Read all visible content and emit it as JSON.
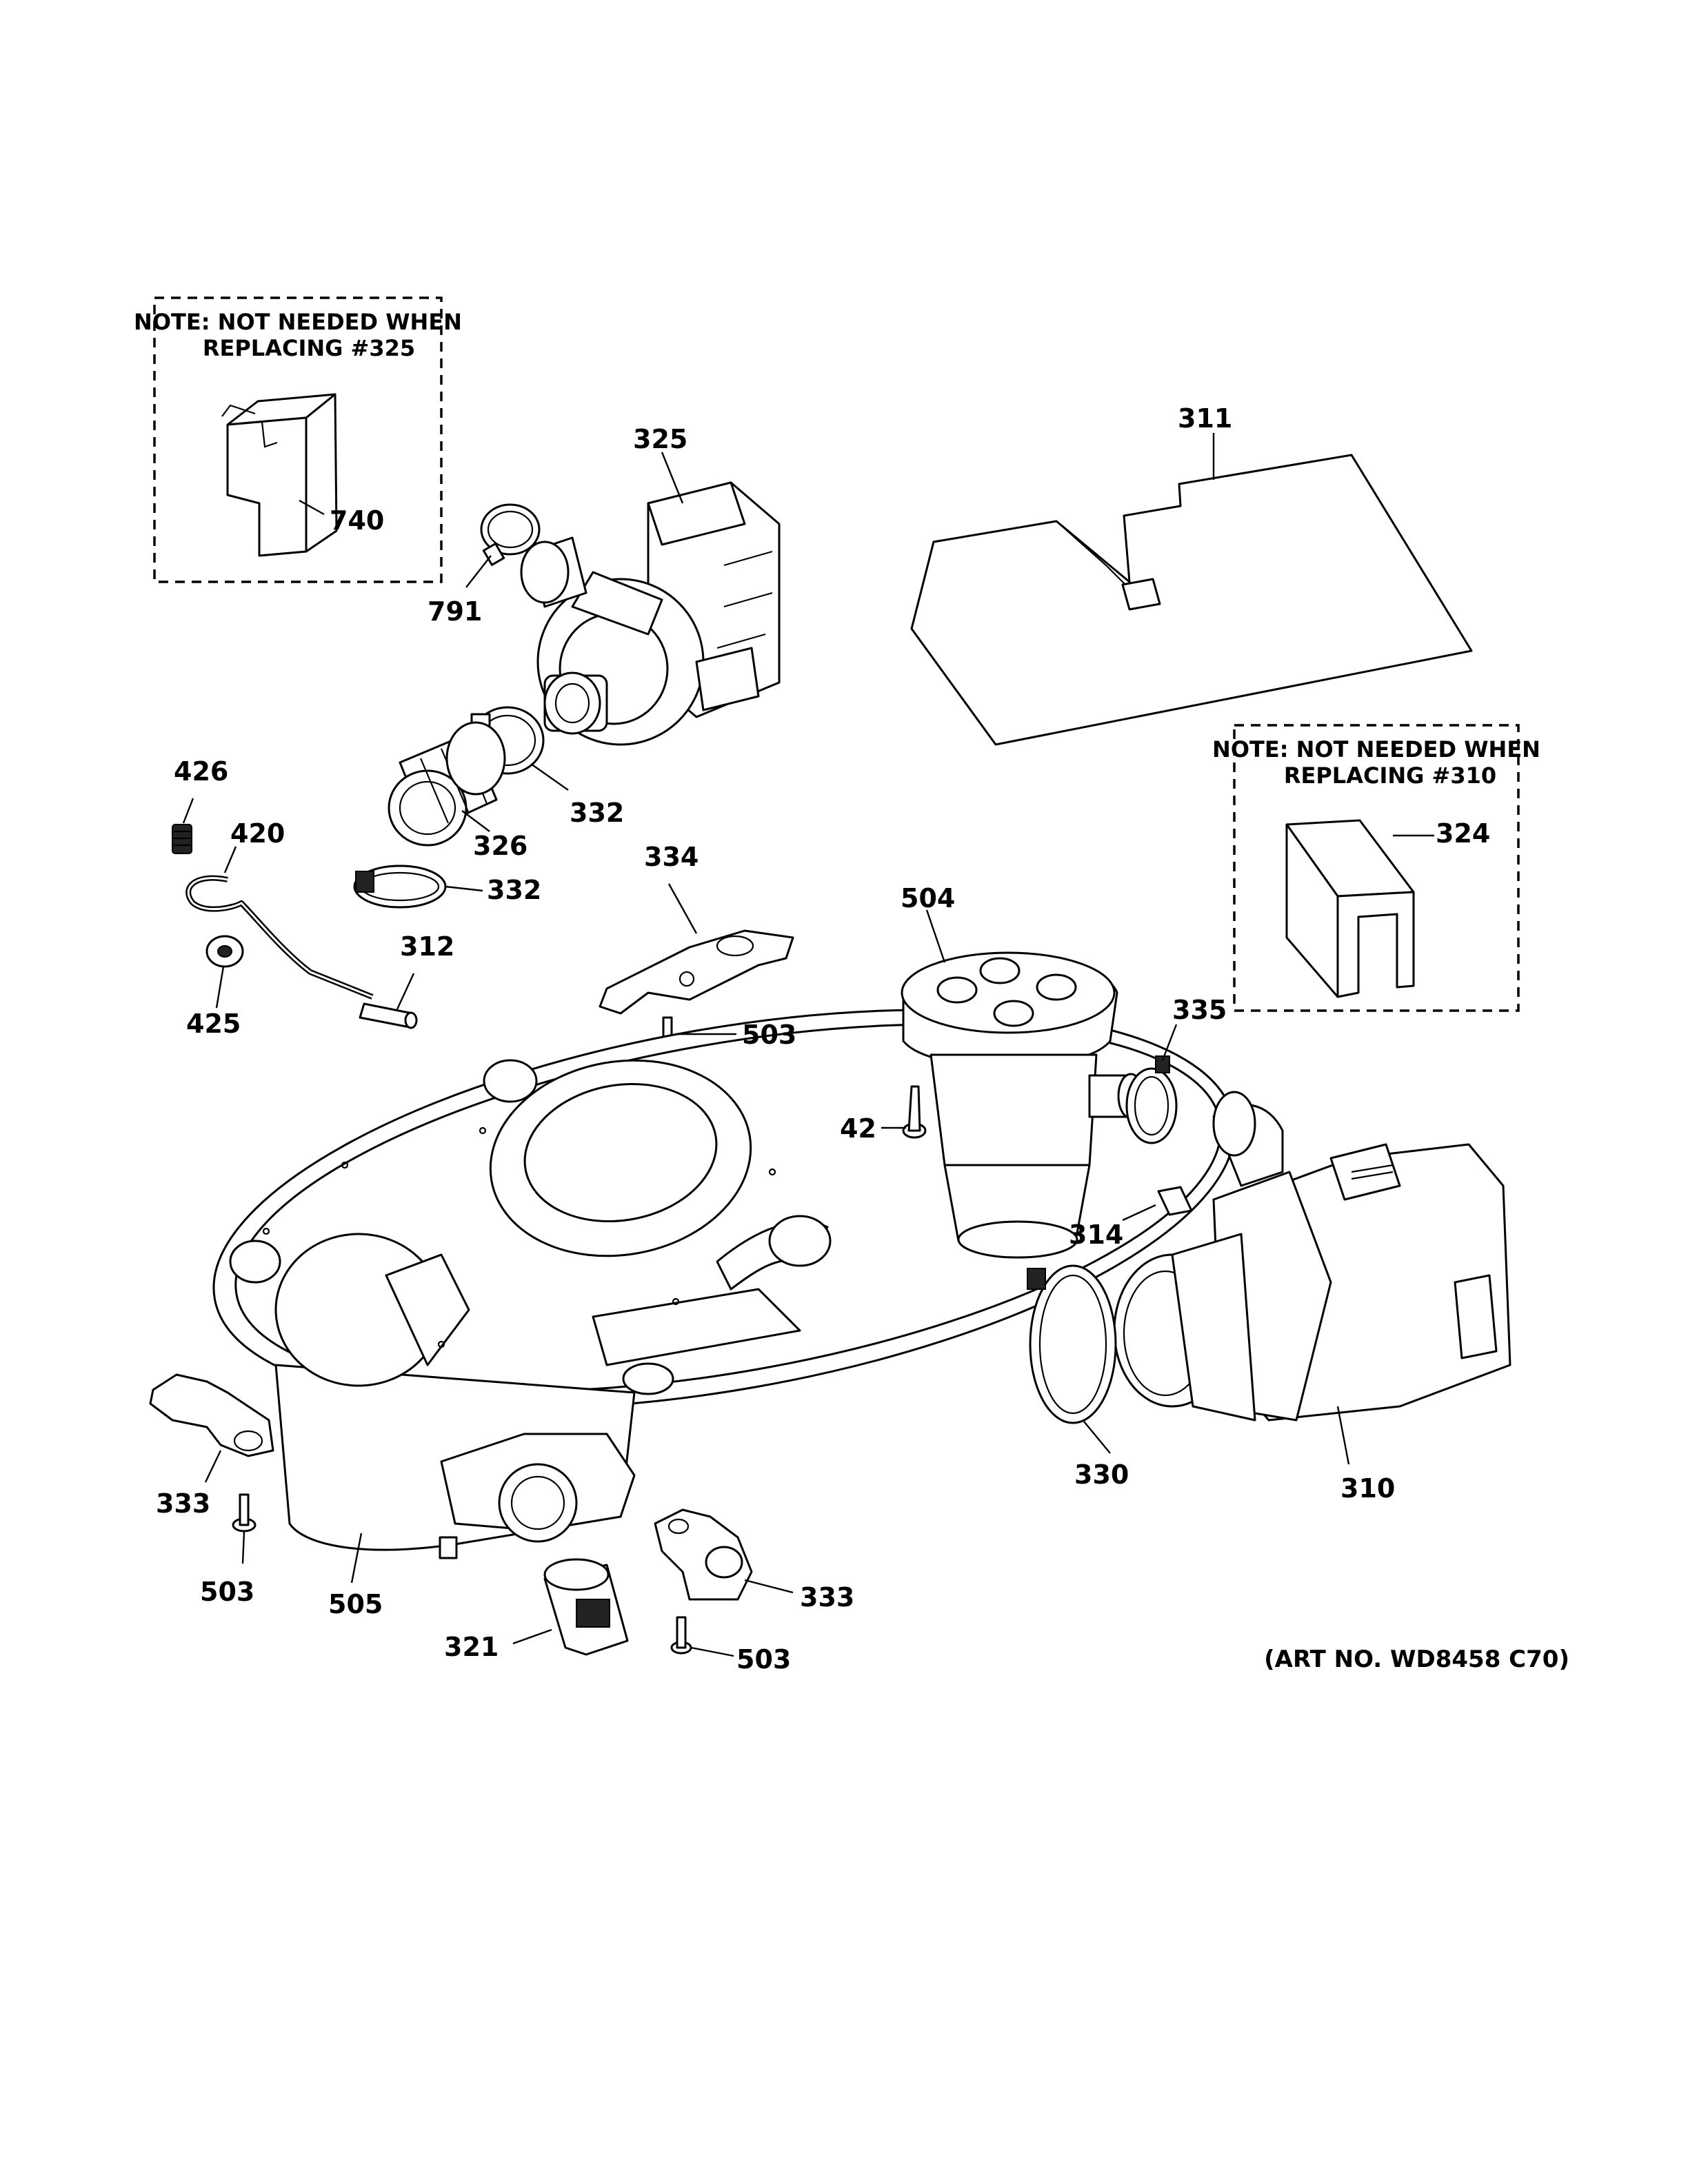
{
  "notes": {
    "note_325_line1": "NOTE: NOT NEEDED WHEN",
    "note_325_line2": "REPLACING #325",
    "note_310_line1": "NOTE: NOT NEEDED WHEN",
    "note_310_line2": "REPLACING #310"
  },
  "art_number": "(ART NO. WD8458 C70)",
  "callouts": {
    "c740": "740",
    "c325": "325",
    "c791": "791",
    "c311": "311",
    "c332a": "332",
    "c326": "326",
    "c332b": "332",
    "c426": "426",
    "c420": "420",
    "c425": "425",
    "c312": "312",
    "c334": "334",
    "c503a": "503",
    "c504": "504",
    "c324": "324",
    "c335": "335",
    "c42": "42",
    "c314": "314",
    "c330": "330",
    "c310": "310",
    "c333a": "333",
    "c503b": "503",
    "c505": "505",
    "c321": "321",
    "c333b": "333",
    "c503c": "503"
  }
}
